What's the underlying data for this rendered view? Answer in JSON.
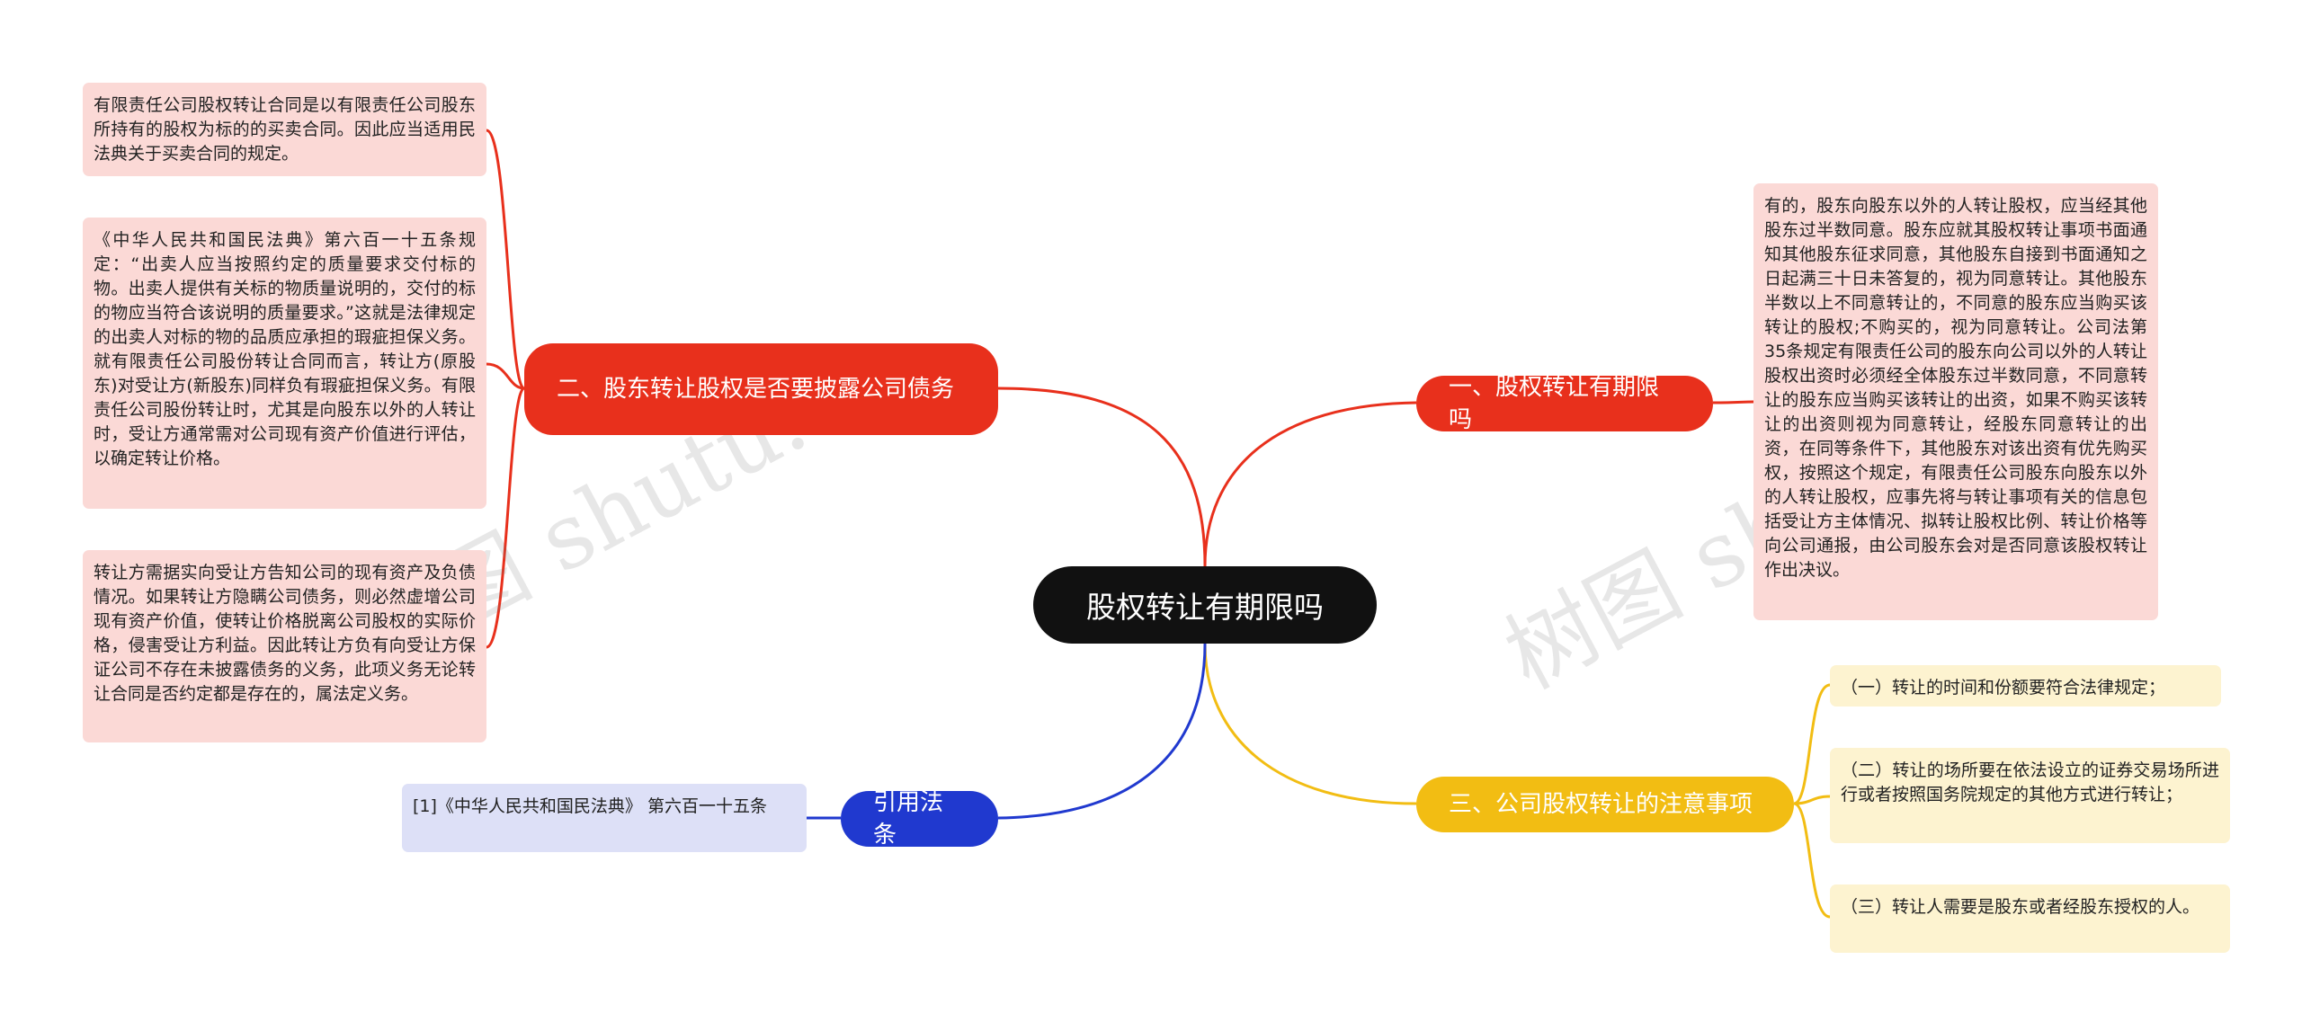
{
  "root": {
    "title": "股权转让有期限吗"
  },
  "branches": {
    "b1": {
      "label": "一、股权转让有期限吗",
      "color": "#e8301c"
    },
    "b2": {
      "label": "二、股东转让股权是否要披露公司债务",
      "color": "#e8301c"
    },
    "b3": {
      "label": "三、公司股权转让的注意事项",
      "color": "#f2bd13"
    },
    "b4": {
      "label": "引用法条",
      "color": "#2039cf"
    }
  },
  "leaves": {
    "b1_1": "有的，股东向股东以外的人转让股权，应当经其他股东过半数同意。股东应就其股权转让事项书面通知其他股东征求同意，其他股东自接到书面通知之日起满三十日未答复的，视为同意转让。其他股东半数以上不同意转让的，不同意的股东应当购买该转让的股权;不购买的，视为同意转让。公司法第35条规定有限责任公司的股东向公司以外的人转让股权出资时必须经全体股东过半数同意，不同意转让的股东应当购买该转让的出资，如果不购买该转让的出资则视为同意转让，经股东同意转让的出资，在同等条件下，其他股东对该出资有优先购买权，按照这个规定，有限责任公司股东向股东以外的人转让股权，应事先将与转让事项有关的信息包括受让方主体情况、拟转让股权比例、转让价格等向公司通报，由公司股东会对是否同意该股权转让作出决议。",
    "b2_1": "有限责任公司股权转让合同是以有限责任公司股东所持有的股权为标的的买卖合同。因此应当适用民法典关于买卖合同的规定。",
    "b2_2": "《中华人民共和国民法典》第六百一十五条规定：“出卖人应当按照约定的质量要求交付标的物。出卖人提供有关标的物质量说明的，交付的标的物应当符合该说明的质量要求。”这就是法律规定的出卖人对标的物的品质应承担的瑕疵担保义务。就有限责任公司股份转让合同而言，转让方(原股东)对受让方(新股东)同样负有瑕疵担保义务。有限责任公司股份转让时，尤其是向股东以外的人转让时，受让方通常需对公司现有资产价值进行评估，以确定转让价格。",
    "b2_3": "转让方需据实向受让方告知公司的现有资产及负债情况。如果转让方隐瞒公司债务，则必然虚增公司现有资产价值，使转让价格脱离公司股权的实际价格，侵害受让方利益。因此转让方负有向受让方保证公司不存在未披露债务的义务，此项义务无论转让合同是否约定都是存在的，属法定义务。",
    "b3_1": "（一）转让的时间和份额要符合法律规定；",
    "b3_2": "（二）转让的场所要在依法设立的证券交易场所进行或者按照国务院规定的其他方式进行转让；",
    "b3_3": "（三）转让人需要是股东或者经股东授权的人。",
    "b4_1": "[1]《中华人民共和国民法典》 第六百一十五条"
  },
  "watermark": "树图 shutu.cn"
}
